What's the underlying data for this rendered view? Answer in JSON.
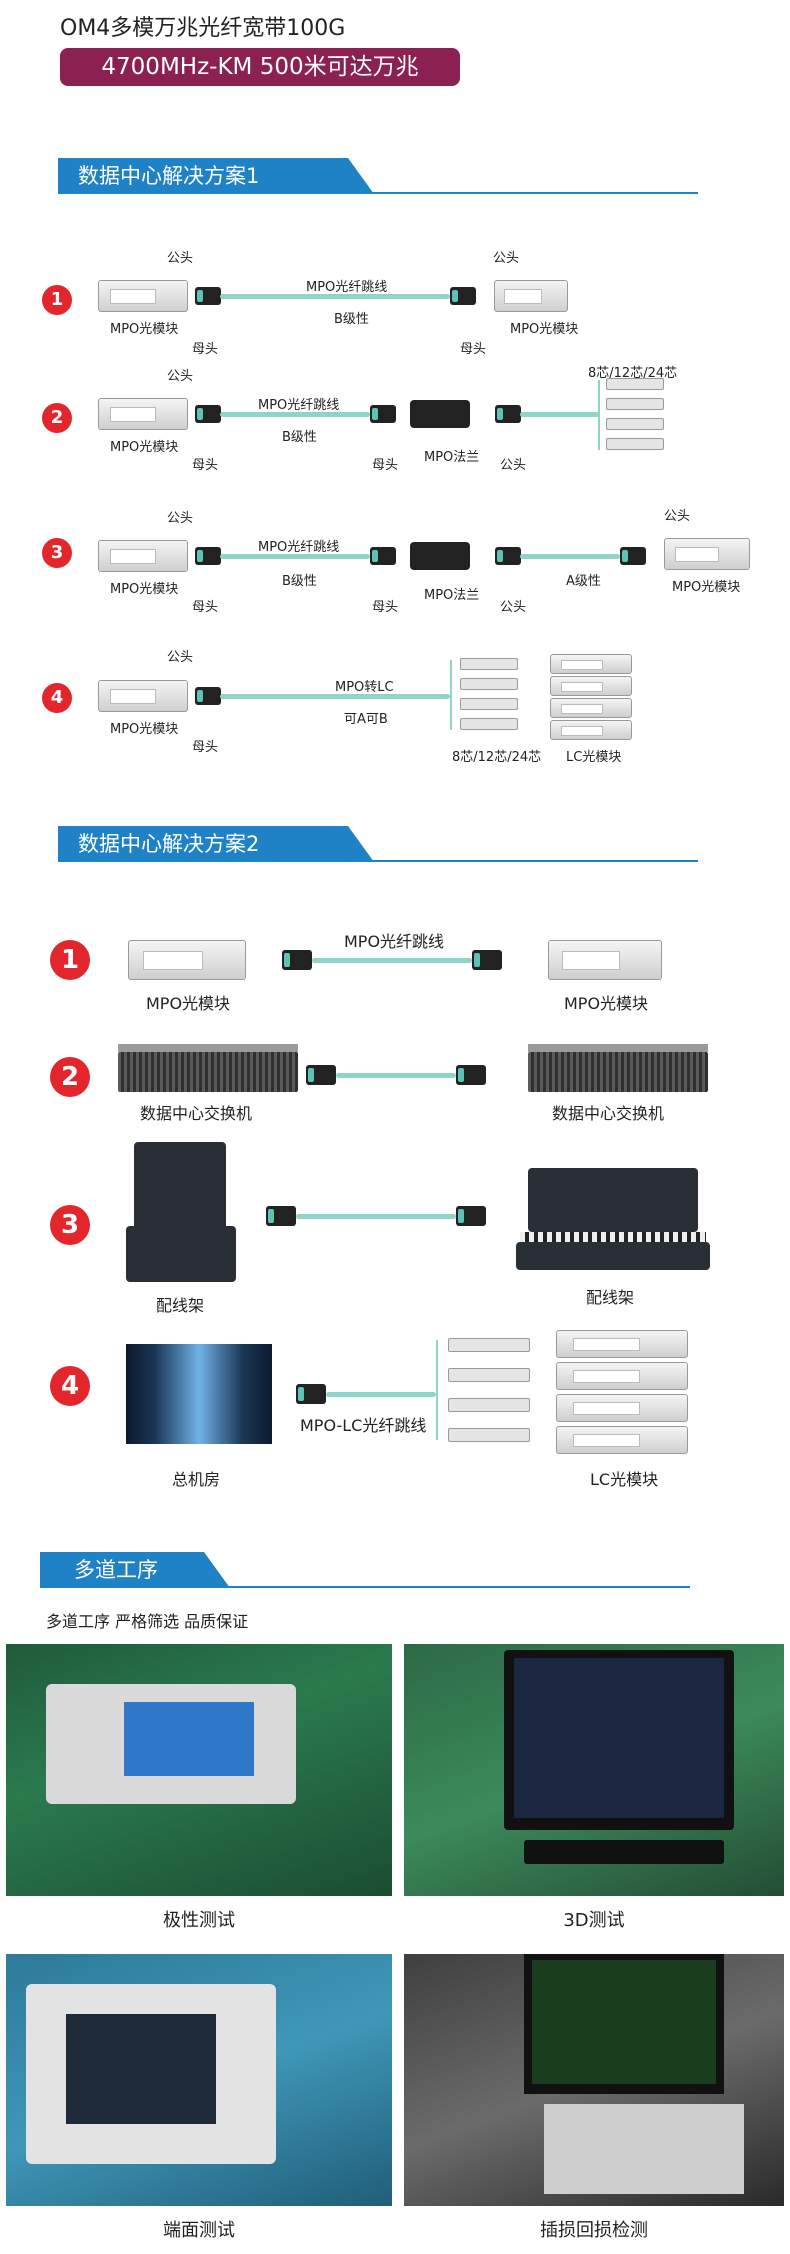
{
  "header": {
    "title": "OM4多模万兆光纤宽带100G",
    "banner": "4700MHz-KM 500米可达万兆"
  },
  "section1": {
    "title": "数据中心解决方案1",
    "rows": [
      {
        "num": "1",
        "left_top": "公头",
        "left_module": "MPO光模块",
        "left_bottom": "母头",
        "cable": "MPO光纤跳线",
        "polarity": "B级性",
        "right_bottom": "母头",
        "right_top": "公头",
        "right_module": "MPO光模块"
      },
      {
        "num": "2",
        "left_top": "公头",
        "left_module": "MPO光模块",
        "left_bottom": "母头",
        "cable": "MPO光纤跳线",
        "polarity": "B级性",
        "mid_bottom": "母头",
        "flange": "MPO法兰",
        "right_bottom": "公头",
        "fanout": "8芯/12芯/24芯"
      },
      {
        "num": "3",
        "left_top": "公头",
        "left_module": "MPO光模块",
        "left_bottom": "母头",
        "cable": "MPO光纤跳线",
        "polarity": "B级性",
        "mid_bottom": "母头",
        "flange": "MPO法兰",
        "right_mid_bottom": "公头",
        "polarity2": "A级性",
        "right_top": "公头",
        "right_module": "MPO光模块"
      },
      {
        "num": "4",
        "left_top": "公头",
        "left_module": "MPO光模块",
        "left_bottom": "母头",
        "cable": "MPO转LC",
        "polarity": "可A可B",
        "fanout": "8芯/12芯/24芯",
        "lc_module": "LC光模块"
      }
    ]
  },
  "section2": {
    "title": "数据中心解决方案2",
    "rows": [
      {
        "num": "1",
        "left": "MPO光模块",
        "cable": "MPO光纤跳线",
        "right": "MPO光模块"
      },
      {
        "num": "2",
        "left": "数据中心交换机",
        "right": "数据中心交换机"
      },
      {
        "num": "3",
        "left": "配线架",
        "right": "配线架"
      },
      {
        "num": "4",
        "left": "总机房",
        "cable": "MPO-LC光纤跳线",
        "right": "LC光模块"
      }
    ]
  },
  "section3": {
    "title": "多道工序",
    "subtitle": "多道工序 严格筛选 品质保证",
    "photos": [
      {
        "caption": "极性测试"
      },
      {
        "caption": "3D测试"
      },
      {
        "caption": "端面测试"
      },
      {
        "caption": "插损回损检测"
      }
    ]
  },
  "colors": {
    "accent_blue": "#1f82c6",
    "banner": "#8a2150",
    "number_red": "#e3262b",
    "cable_aqua": "#8fd3c9"
  }
}
